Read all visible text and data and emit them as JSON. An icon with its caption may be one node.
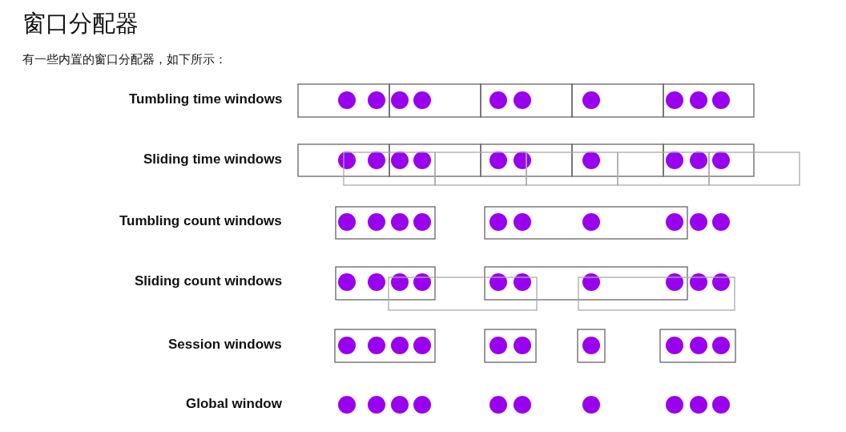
{
  "diagram": {
    "title": "窗口分配器",
    "labels": [
      "有一些内置的窗口分配器，如下所示：",
      "Tumbling time windows",
      "Sliding time windows",
      "Tumbling count windows",
      "Sliding count windows",
      "Session windows",
      "Global window"
    ]
  }
}
